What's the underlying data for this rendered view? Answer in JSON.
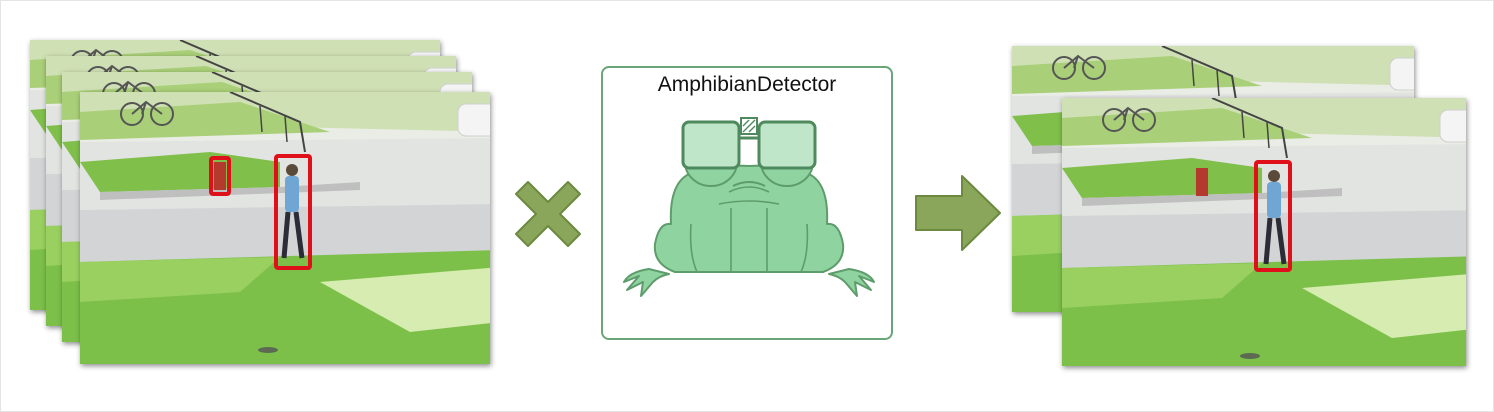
{
  "detector": {
    "title": "AmphibianDetector",
    "icon": "frog-with-glasses-icon"
  },
  "operators": {
    "combine": "times-icon",
    "result": "right-arrow-icon"
  },
  "input_stack": {
    "frame_count": 4,
    "detections": [
      "fire-hydrant",
      "pedestrian"
    ]
  },
  "output_stack": {
    "frame_count": 2,
    "detections": [
      "pedestrian"
    ]
  },
  "colors": {
    "accent": "#8aa65a",
    "box": "#e0101a",
    "frog": "#8fd4a0",
    "frog_outline": "#5e9c6c"
  }
}
